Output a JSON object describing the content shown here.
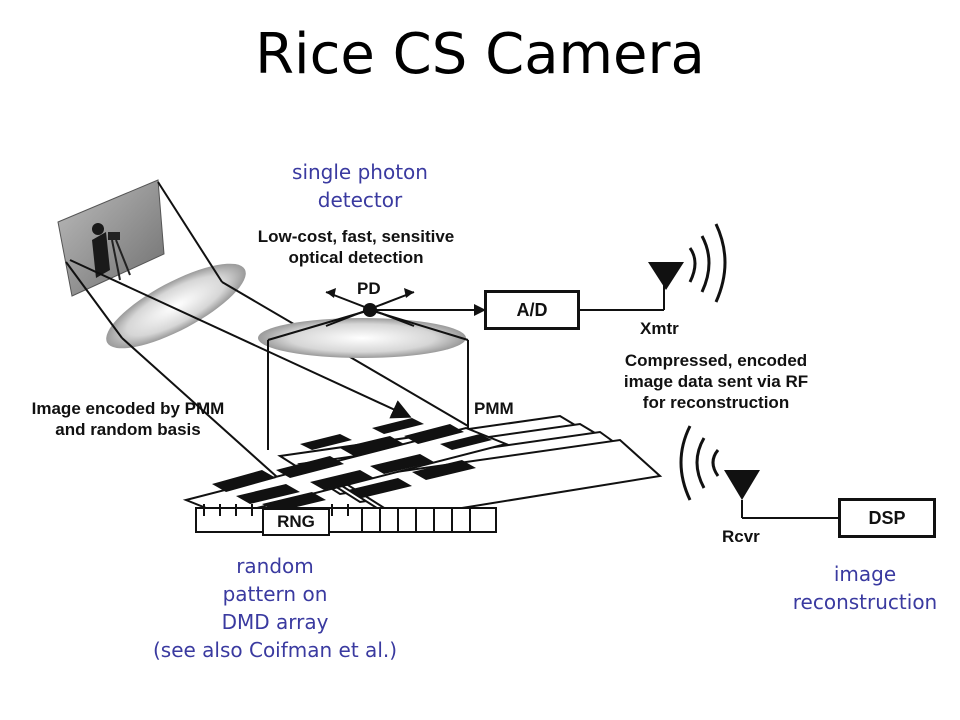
{
  "title": "Rice CS Camera",
  "annotations": {
    "single_photon": [
      "single photon",
      "detector"
    ],
    "random_pattern": [
      "random",
      "pattern on",
      "DMD array",
      "(see also Coifman et al.)"
    ],
    "image_reconstruction": [
      "image",
      "reconstruction"
    ]
  },
  "labels": {
    "low_cost": [
      "Low-cost, fast, sensitive",
      "optical detection"
    ],
    "pd": "PD",
    "ad": "A/D",
    "xmtr": "Xmtr",
    "compressed": [
      "Compressed, encoded",
      "image data sent via RF",
      "for reconstruction"
    ],
    "image_encoded": [
      "Image encoded by PMM",
      "and random basis"
    ],
    "pmm": "PMM",
    "rng": "RNG",
    "rcvr": "Rcvr",
    "dsp": "DSP"
  },
  "colors": {
    "annotation": "#3a3aa0",
    "ink": "#111111"
  },
  "icons": [
    "scene-photo",
    "lens",
    "photodiode",
    "antenna-icon",
    "radio-waves"
  ]
}
